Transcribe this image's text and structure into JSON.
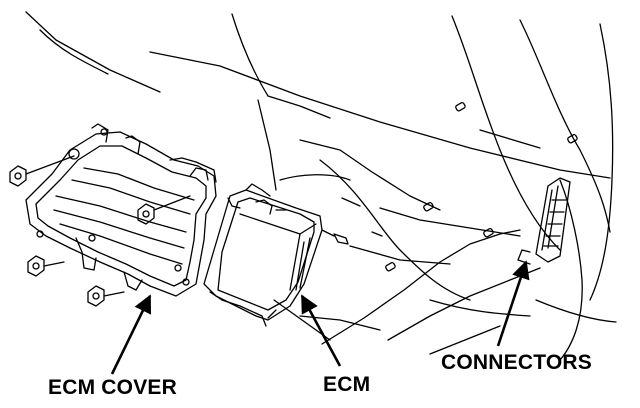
{
  "labels": {
    "ecm_cover": "ECM COVER",
    "ecm": "ECM",
    "connectors": "CONNECTORS"
  }
}
